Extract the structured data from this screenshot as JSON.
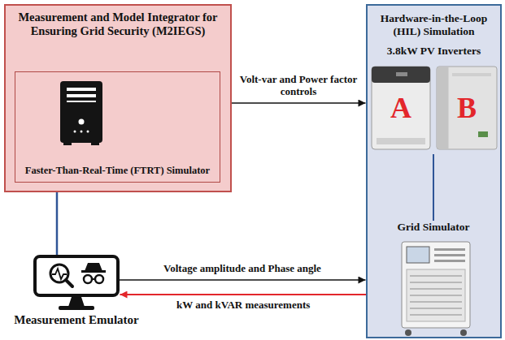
{
  "diagram": {
    "nodes": [
      {
        "text": [
          "Measurement and Model Integrator for Ensuring Grid Security (M2IEGS)"
        ]
      },
      {
        "text": [
          "Faster-Than-Real-Time (FTRT) Simulator"
        ],
        "in": 0
      },
      {
        "text": [
          "Hardware-in-the-Loop (HIL) Simulation"
        ]
      },
      {
        "text": [
          "3.8kW PV Inverters"
        ],
        "in": 2
      },
      {
        "text": [
          "A"
        ],
        "in": 3
      },
      {
        "text": [
          "B"
        ],
        "in": 3
      },
      {
        "text": [
          "Grid Simulator"
        ],
        "in": 2
      },
      {
        "text": [
          "Measurement Emulator"
        ]
      }
    ],
    "edges": [
      {
        "from": 0,
        "to": 2,
        "arrow": "to",
        "label": "Volt-var and Power factor controls"
      },
      {
        "from": 0,
        "to": 7,
        "arrow": "none"
      },
      {
        "from": 7,
        "to": 2,
        "arrow": "to",
        "label": "Voltage amplitude and Phase angle"
      },
      {
        "from": 2,
        "to": 7,
        "arrow": "to",
        "label": "kW and kVAR measurements"
      },
      {
        "from": 3,
        "to": 6,
        "arrow": "none"
      }
    ]
  }
}
